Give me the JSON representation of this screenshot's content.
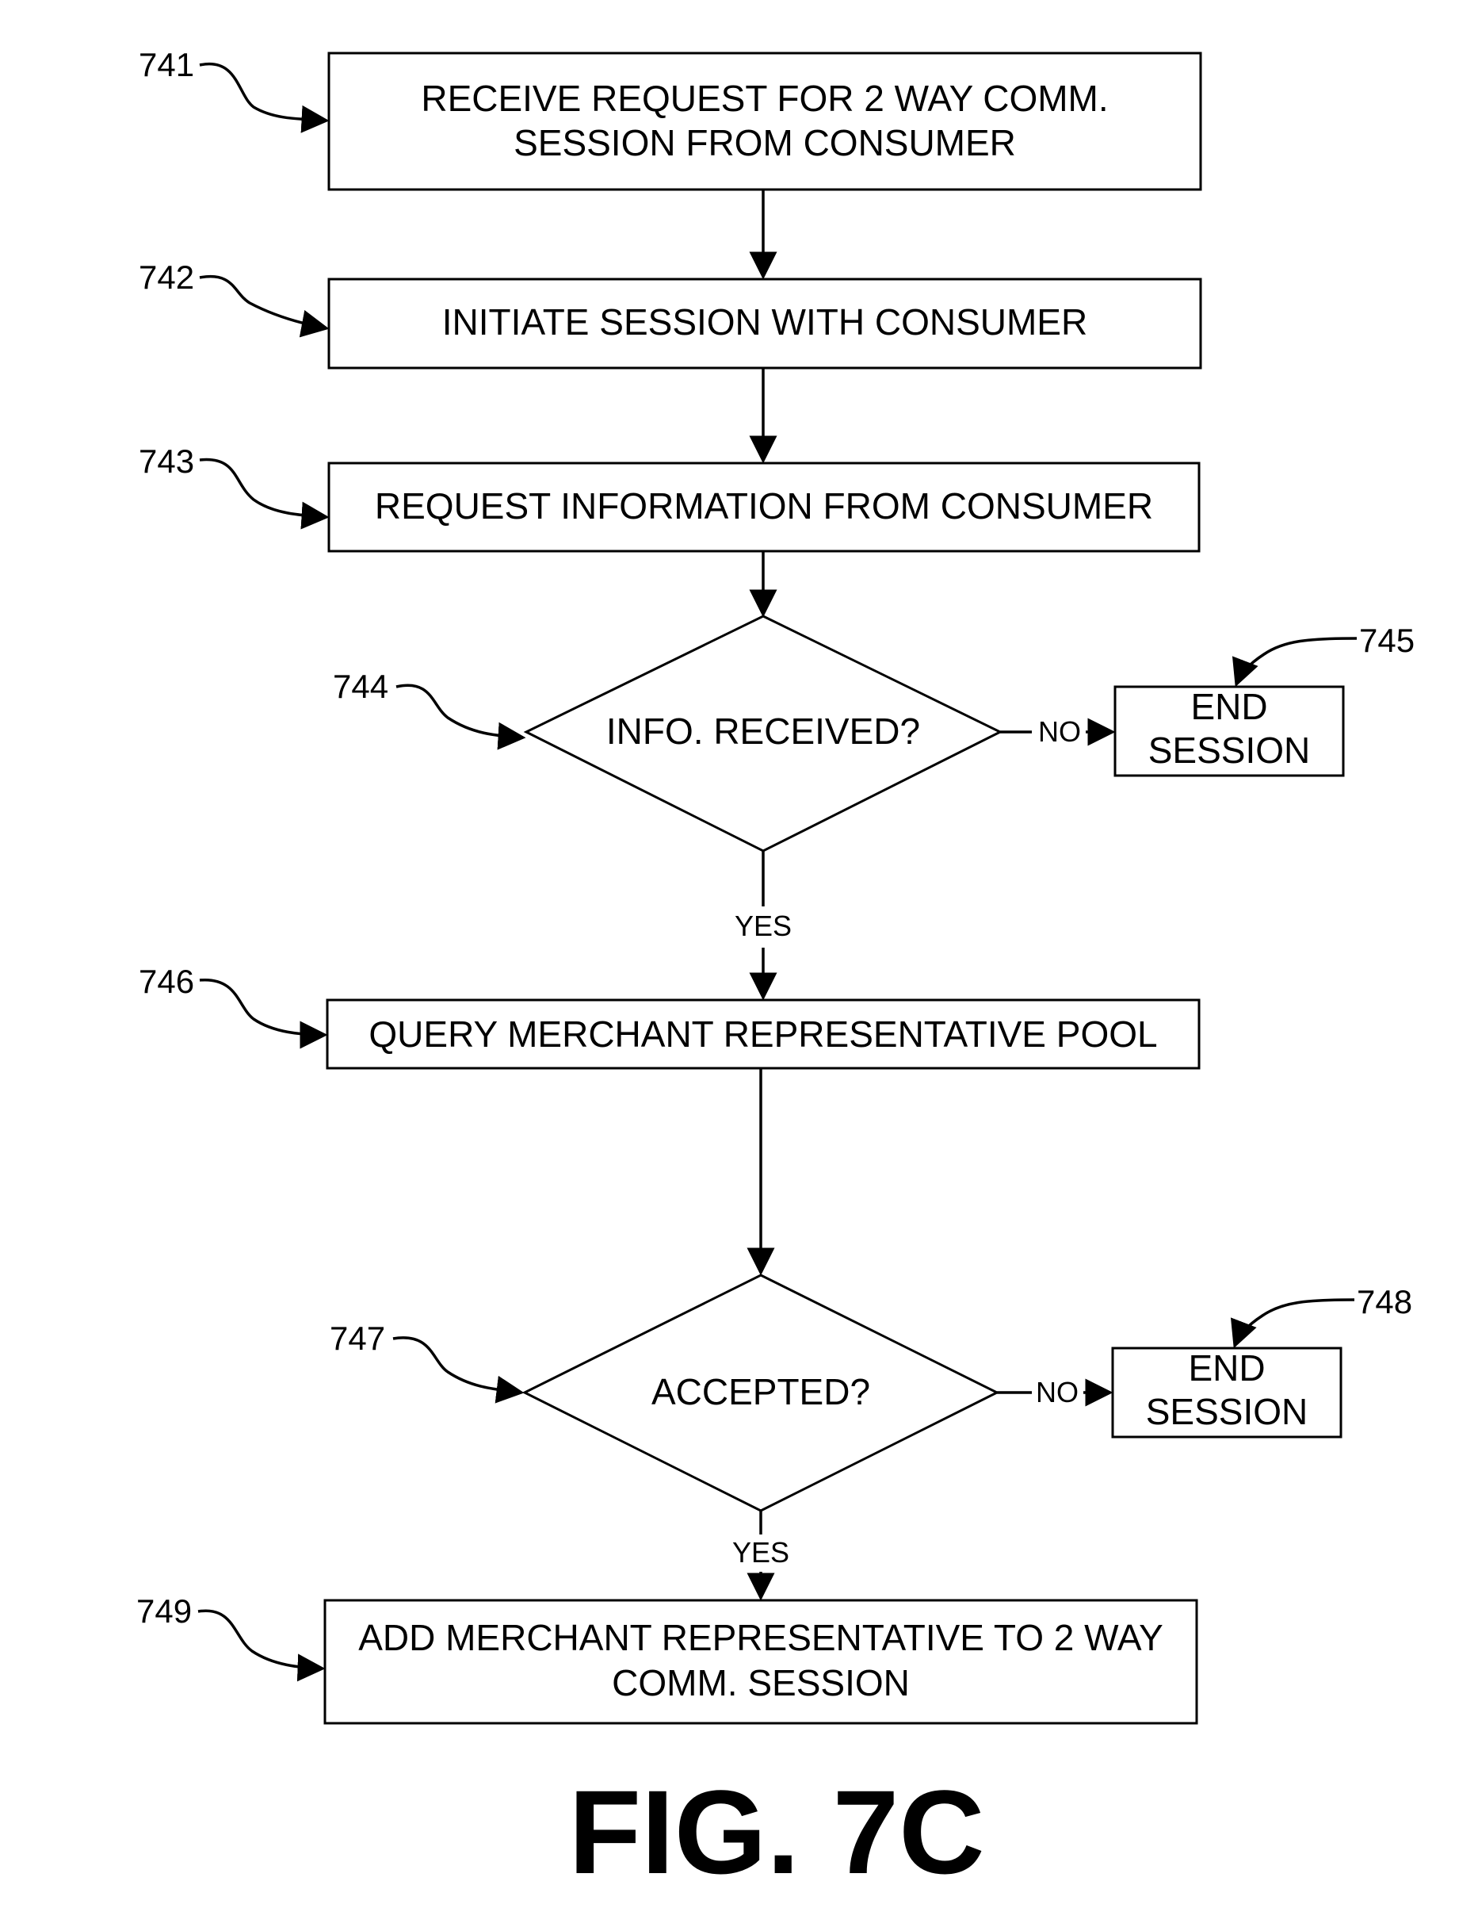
{
  "steps": {
    "s741": {
      "ref": "741",
      "line1": "RECEIVE REQUEST FOR 2 WAY COMM.",
      "line2": "SESSION FROM CONSUMER"
    },
    "s742": {
      "ref": "742",
      "line1": "INITIATE SESSION WITH CONSUMER"
    },
    "s743": {
      "ref": "743",
      "line1": "REQUEST INFORMATION FROM CONSUMER"
    },
    "s744": {
      "ref": "744",
      "line1": "INFO. RECEIVED?"
    },
    "s745": {
      "ref": "745",
      "line1": "END",
      "line2": "SESSION"
    },
    "s746": {
      "ref": "746",
      "line1": "QUERY MERCHANT REPRESENTATIVE POOL"
    },
    "s747": {
      "ref": "747",
      "line1": "ACCEPTED?"
    },
    "s748": {
      "ref": "748",
      "line1": "END",
      "line2": "SESSION"
    },
    "s749": {
      "ref": "749",
      "line1": "ADD MERCHANT REPRESENTATIVE TO 2 WAY",
      "line2": "COMM. SESSION"
    }
  },
  "branches": {
    "no_744": "NO",
    "yes_744": "YES",
    "no_747": "NO",
    "yes_747": "YES"
  },
  "figure_label": "FIG. 7C"
}
